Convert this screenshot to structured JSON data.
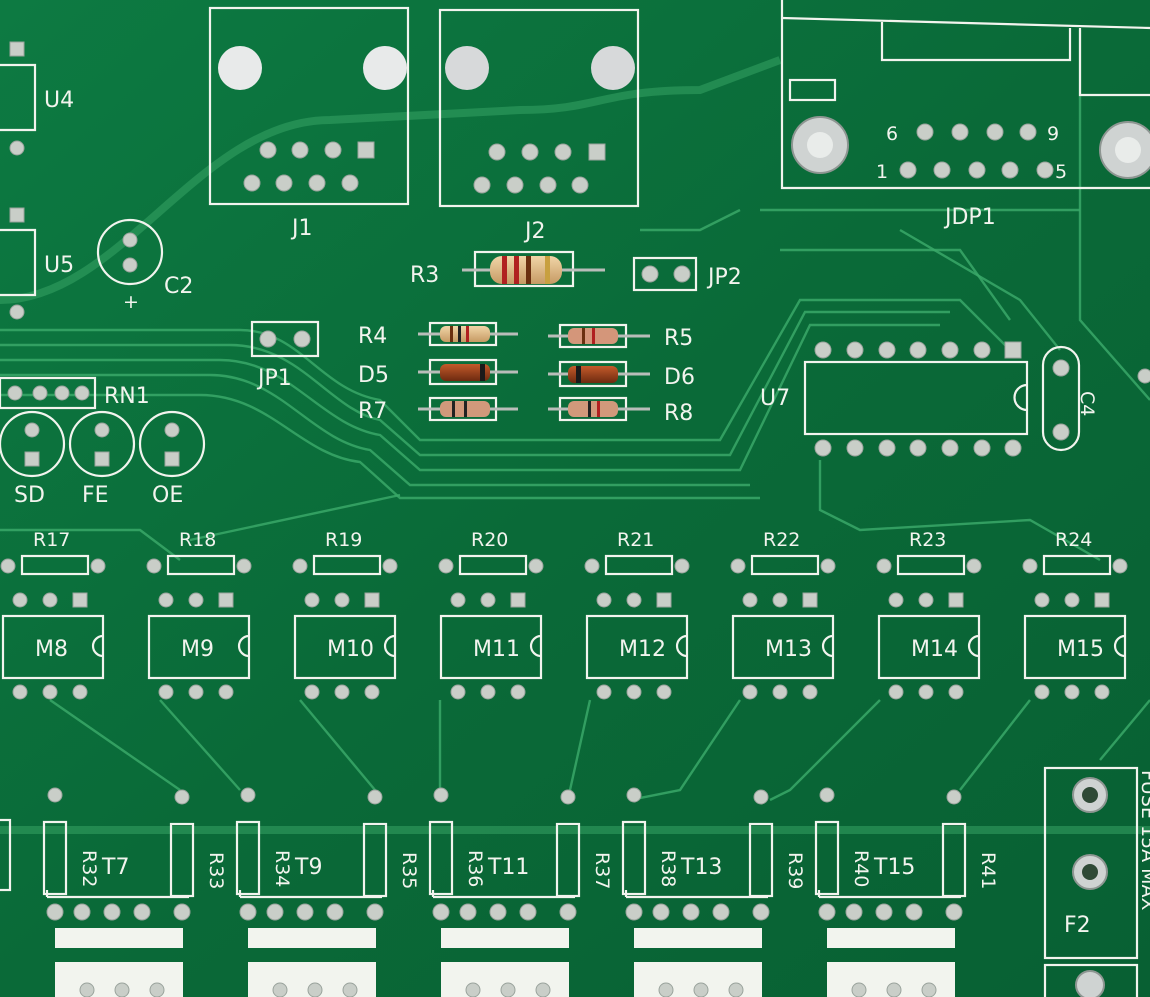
{
  "board": {
    "colors": {
      "substrate": "#0a6b3a",
      "copper": "#3aa868",
      "silkscreen": "#f2f4ee",
      "pad": "#c9cec8"
    },
    "labels": {
      "u4": "U4",
      "u5": "U5",
      "c2": "C2",
      "c2_plus": "+",
      "j1": "J1",
      "j2": "J2",
      "jdp1": "JDP1",
      "db_pin6": "6",
      "db_pin9": "9",
      "db_pin1": "1",
      "db_pin5": "5",
      "r3": "R3",
      "jp2": "JP2",
      "jp1": "JP1",
      "r4": "R4",
      "r5": "R5",
      "d5": "D5",
      "d6": "D6",
      "r7": "R7",
      "r8": "R8",
      "u7": "U7",
      "c4": "C4",
      "rn1": "RN1",
      "sd": "SD",
      "fe": "FE",
      "oe": "OE",
      "f2": "F2",
      "fuse": "FUSE 15A MAX"
    },
    "resistors_top": [
      "R17",
      "R18",
      "R19",
      "R20",
      "R21",
      "R22",
      "R23",
      "R24"
    ],
    "modules": [
      "M8",
      "M9",
      "M10",
      "M11",
      "M12",
      "M13",
      "M14",
      "M15"
    ],
    "transistors": [
      "T7",
      "T9",
      "T11",
      "T13",
      "T15"
    ],
    "resistors_bottom": [
      [
        "R32",
        "R33"
      ],
      [
        "R34",
        "R35"
      ],
      [
        "R36",
        "R37"
      ],
      [
        "R38",
        "R39"
      ],
      [
        "R40",
        "R41"
      ]
    ]
  }
}
